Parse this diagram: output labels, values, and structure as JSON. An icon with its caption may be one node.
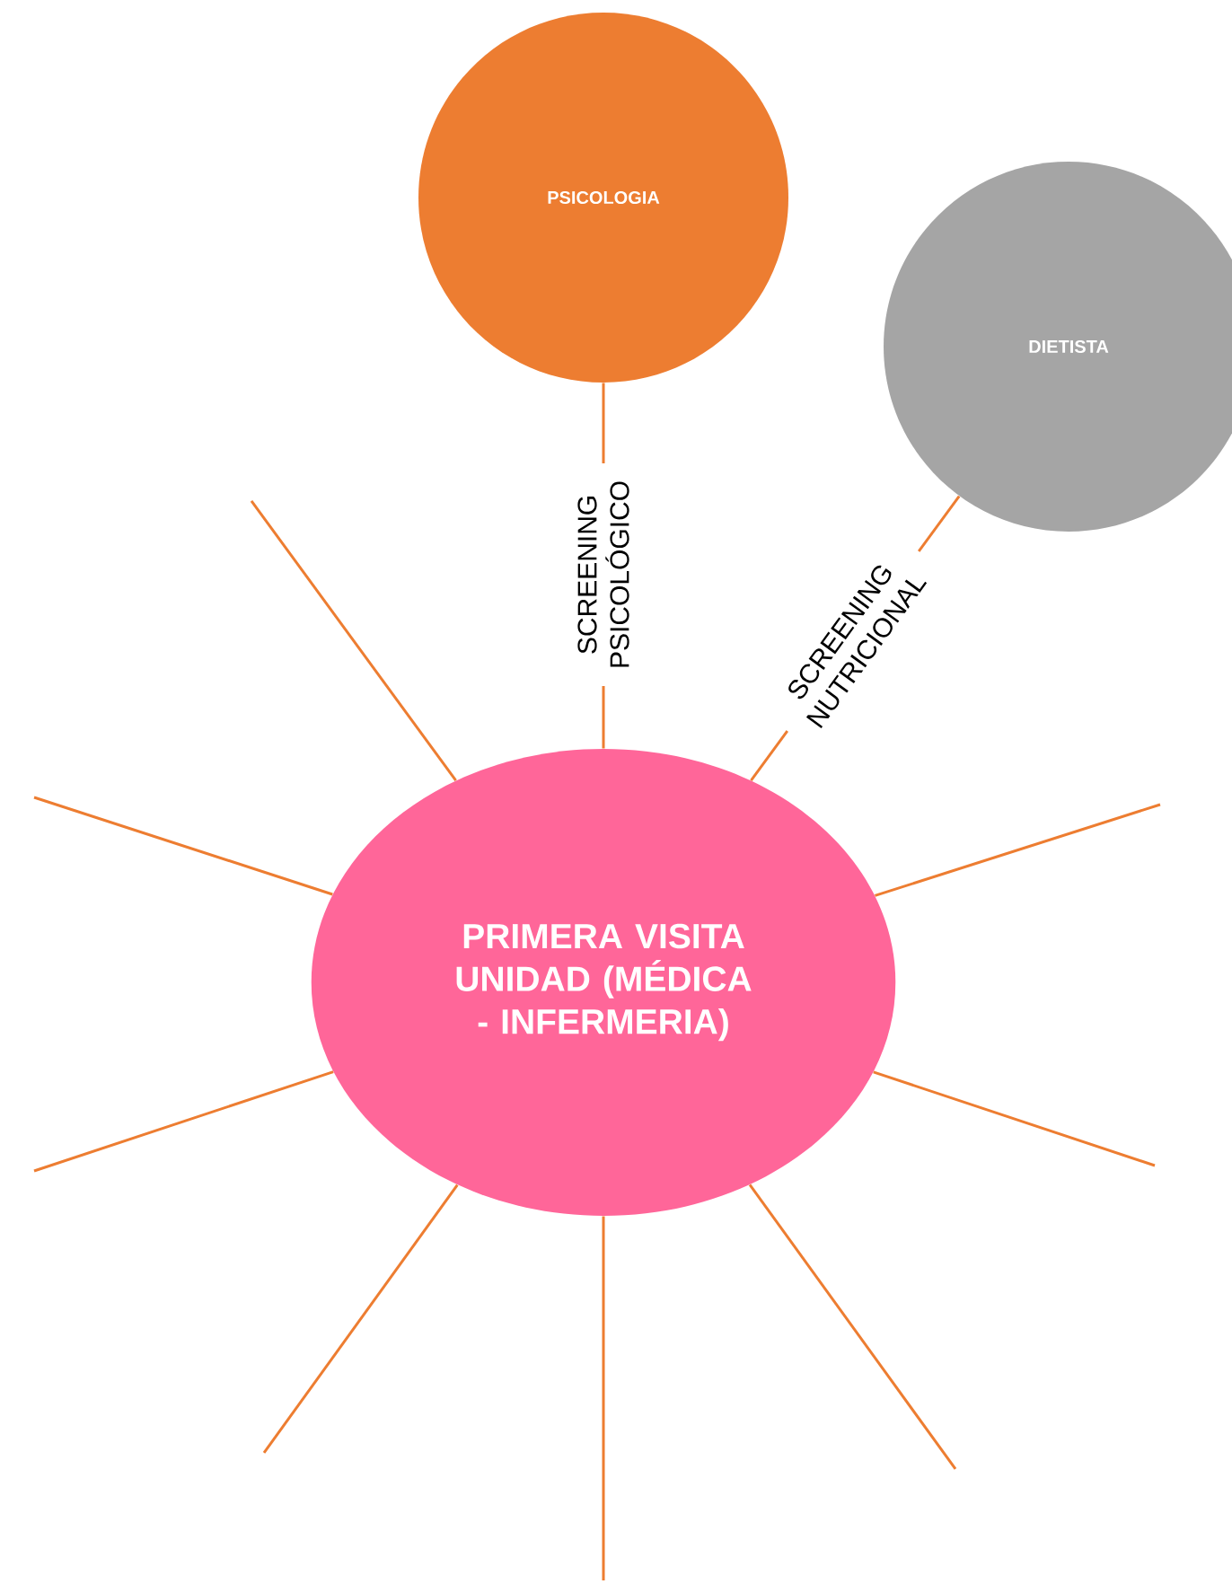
{
  "diagram": {
    "nodes": [
      {
        "text": [
          "PSICOLOGIA"
        ]
      },
      {
        "text": [
          "DIETISTA"
        ]
      },
      {
        "text": [
          "PRIMERA VISITA UNIDAD (MÉDICA - INFERMERIA)"
        ]
      }
    ],
    "edges": [
      {
        "from": 2,
        "to": 0,
        "arrow": "none",
        "label": "SCREENING PSICOLÓGICO"
      },
      {
        "from": 2,
        "to": 1,
        "arrow": "none",
        "label": "SCREENING NUTRICIONAL"
      },
      {
        "from": 2,
        "to": null,
        "arrow": "none"
      },
      {
        "from": 2,
        "to": null,
        "arrow": "none"
      },
      {
        "from": 2,
        "to": null,
        "arrow": "none"
      },
      {
        "from": 2,
        "to": null,
        "arrow": "none"
      },
      {
        "from": 2,
        "to": null,
        "arrow": "none"
      },
      {
        "from": 2,
        "to": null,
        "arrow": "none"
      },
      {
        "from": 2,
        "to": null,
        "arrow": "none"
      },
      {
        "from": 2,
        "to": null,
        "arrow": "none"
      }
    ]
  }
}
